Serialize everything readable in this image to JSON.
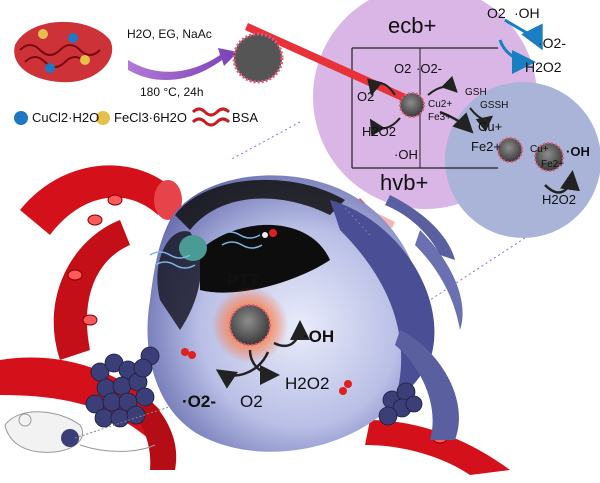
{
  "synthesis": {
    "reagents": "H2O, EG, NaAc",
    "conditions": "180 °C, 24h"
  },
  "legend": {
    "cucl2": "CuCl2·H2O",
    "fecl3": "FeCl3·6H2O",
    "bsa": "BSA"
  },
  "band_diagram": {
    "ecb": "ecb+",
    "hvb": "hvb+",
    "o2_top": "O2",
    "o2_radical_top": "·O2-",
    "o2_left": "O2",
    "h2o2_left": "H2O2",
    "oh_left": "·OH",
    "cu2": "Cu2+",
    "fe3": "Fe3+"
  },
  "fenton_panel": {
    "gsh": "GSH",
    "gssh": "GSSH",
    "cu_plus": "Cu+",
    "fe2_plus": "Fe2+",
    "cu_plus_right": "Cu+",
    "fe2_plus_right": "Fe2+",
    "oh": "·OH",
    "h2o2": "H2O2"
  },
  "top_right": {
    "o2": "O2",
    "oh": "·OH",
    "o2_radical": "·O2-",
    "h2o2": "H2O2"
  },
  "cell": {
    "ptt": "PTT",
    "oh": "·OH",
    "h2o2": "H2O2",
    "o2": "O2",
    "o2_radical": "·O2-"
  },
  "colors": {
    "vessel": "#d4111a",
    "cell_membrane": "#5a5fa0",
    "band_panel": "#d9b6e6",
    "fenton_panel": "#a9b4d8",
    "laser": "#e8323a"
  }
}
